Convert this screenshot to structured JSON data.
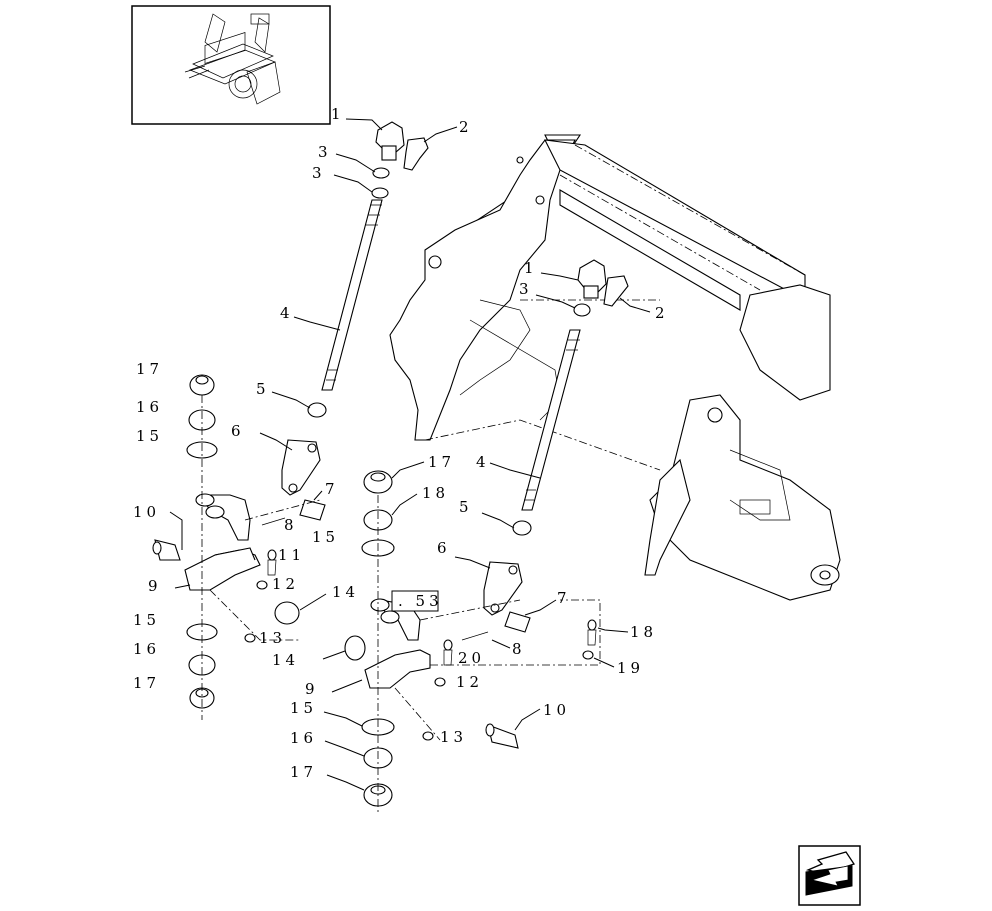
{
  "callouts": [
    {
      "id": "c1a",
      "text": "1"
    },
    {
      "id": "c2a",
      "text": "2"
    },
    {
      "id": "c3a",
      "text": "3"
    },
    {
      "id": "c3b",
      "text": "3"
    },
    {
      "id": "c4a",
      "text": "4"
    },
    {
      "id": "c5a",
      "text": "5"
    },
    {
      "id": "c6a",
      "text": "6"
    },
    {
      "id": "c7a",
      "text": "7"
    },
    {
      "id": "c8a",
      "text": "8"
    },
    {
      "id": "c10a",
      "text": "10"
    },
    {
      "id": "c11a",
      "text": "11"
    },
    {
      "id": "c9a",
      "text": "9"
    },
    {
      "id": "c12a",
      "text": "12"
    },
    {
      "id": "c14a",
      "text": "14"
    },
    {
      "id": "c13a",
      "text": "13"
    },
    {
      "id": "c14b",
      "text": "14"
    },
    {
      "id": "c15a",
      "text": "15"
    },
    {
      "id": "c16a",
      "text": "16"
    },
    {
      "id": "c17a",
      "text": "17"
    },
    {
      "id": "c15b",
      "text": "15"
    },
    {
      "id": "c16b",
      "text": "16"
    },
    {
      "id": "c17b",
      "text": "17"
    },
    {
      "id": "c1b",
      "text": "1"
    },
    {
      "id": "c3c",
      "text": "3"
    },
    {
      "id": "c2b",
      "text": "2"
    },
    {
      "id": "c4b",
      "text": "4"
    },
    {
      "id": "c5b",
      "text": "5"
    },
    {
      "id": "c17c",
      "text": "17"
    },
    {
      "id": "c18a",
      "text": "18"
    },
    {
      "id": "c15c",
      "text": "15"
    },
    {
      "id": "c6b",
      "text": "6"
    },
    {
      "id": "c7b",
      "text": "7"
    },
    {
      "id": "c18b",
      "text": "18"
    },
    {
      "id": "c19a",
      "text": "19"
    },
    {
      "id": "c20a",
      "text": "20"
    },
    {
      "id": "c8b",
      "text": "8"
    },
    {
      "id": "c12b",
      "text": "12"
    },
    {
      "id": "c9b",
      "text": "9"
    },
    {
      "id": "c15d",
      "text": "15"
    },
    {
      "id": "c10b",
      "text": "10"
    },
    {
      "id": "c16c",
      "text": "16"
    },
    {
      "id": "c13b",
      "text": "13"
    },
    {
      "id": "c17d",
      "text": "17"
    }
  ],
  "reference_box": {
    "text": ". 53"
  },
  "icons": {
    "thumbnail": "machine-thumbnail-icon",
    "nav": "next-page-arrow-icon"
  }
}
